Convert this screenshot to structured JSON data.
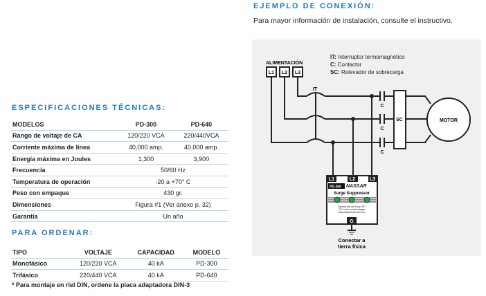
{
  "specs": {
    "title": "ESPECIFICACIONES TÉCNICAS:",
    "header": [
      "MODELOS",
      "PD-300",
      "PD-640"
    ],
    "rows": [
      {
        "label": "Rango de voltaje de CA",
        "pd300": "120/220 VCA",
        "pd640": "220/440VCA"
      },
      {
        "label": "Corriente máxima de línea",
        "pd300": "40,000 amp.",
        "pd640": "40,000 amp."
      },
      {
        "label": "Energía máxima en Joules",
        "pd300": "1,300",
        "pd640": "3,900"
      },
      {
        "label": "Frecuencia",
        "both": "50/60  Hz"
      },
      {
        "label": "Temperatura de operación",
        "both": "-20 a +70° C"
      },
      {
        "label": "Peso con empaque",
        "both": "430 gr."
      },
      {
        "label": "Dimensiones",
        "both": "Figura #1 (Ver anexo p. 32)"
      },
      {
        "label": "Garantía",
        "both": "Un año"
      }
    ]
  },
  "order": {
    "title": "PARA ORDENAR:",
    "header": [
      "TIPO",
      "VOLTAJE",
      "CAPACIDAD",
      "MODELO"
    ],
    "rows": [
      [
        "Monofásico",
        "120/220 VCA",
        "40 kA",
        "PD-300"
      ],
      [
        "Trifásico",
        "220/440 VCA",
        "40 kA",
        "PD-640"
      ]
    ],
    "footnote": "* Para montaje en riel DIN, ordene la placa adaptadora DIN-3"
  },
  "connection": {
    "title": "EJEMPLO DE CONEXIÓN:",
    "subtitle": "Para mayor información de instalación, consulte el instructivo.",
    "legend": [
      {
        "key": "IT:",
        "text": " Interruptor termomagnético"
      },
      {
        "key": "C:",
        "text": " Contactor"
      },
      {
        "key": "SC:",
        "text": " Relevador de sobrecarga"
      }
    ],
    "power_label": "ALIMENTACIÓN",
    "lines": [
      "L1",
      "L2",
      "L3"
    ],
    "it_label": "IT",
    "c_label": "C",
    "sc_label": "SC",
    "motor_label": "MOTOR",
    "device": {
      "model": "PD-300",
      "brand": "NASSAR",
      "name": "Surge Suppressor",
      "note": [
        "Replace this unit if any LED",
        "O/P under normal voltages",
        "www.nassarelectronics.com"
      ],
      "ground": "G",
      "led_color": "#1fa84a"
    },
    "ground_label": [
      "Conectar a",
      "tierra física"
    ]
  },
  "colors": {
    "accent": "#1f78c1",
    "rule": "#b9d4ea",
    "panel": "#f0f0f0"
  }
}
